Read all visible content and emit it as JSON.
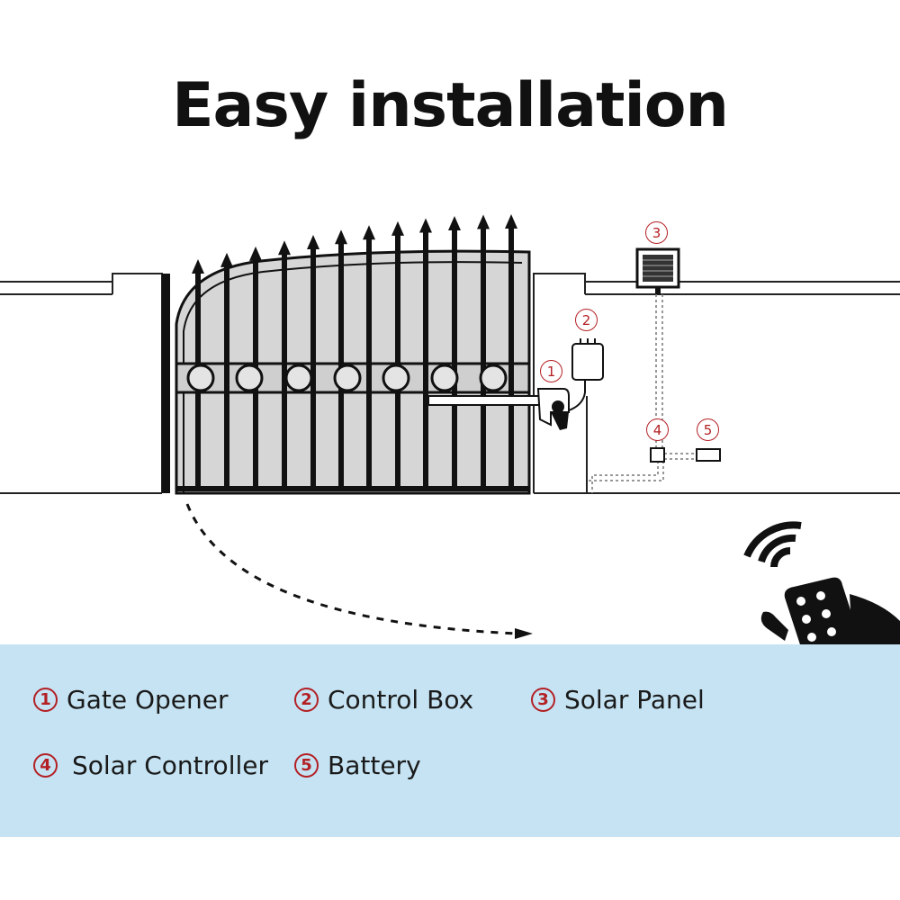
{
  "title": "Easy installation",
  "colors": {
    "accent": "#b32024",
    "panel": "#c5e3f3",
    "ink": "#111111",
    "gate_fill": "#d6d6d6"
  },
  "callouts": [
    "1",
    "2",
    "3",
    "4",
    "5"
  ],
  "legend": [
    {
      "number": "1",
      "label": "Gate Opener"
    },
    {
      "number": "2",
      "label": "Control Box"
    },
    {
      "number": "3",
      "label": "Solar Panel"
    },
    {
      "number": "4",
      "label": "Solar Controller"
    },
    {
      "number": "5",
      "label": "Battery"
    }
  ],
  "icons": [
    "gate",
    "gate-opener",
    "control-box",
    "solar-panel",
    "solar-controller",
    "battery",
    "remote-control",
    "wireless-signal-icon",
    "hand"
  ]
}
